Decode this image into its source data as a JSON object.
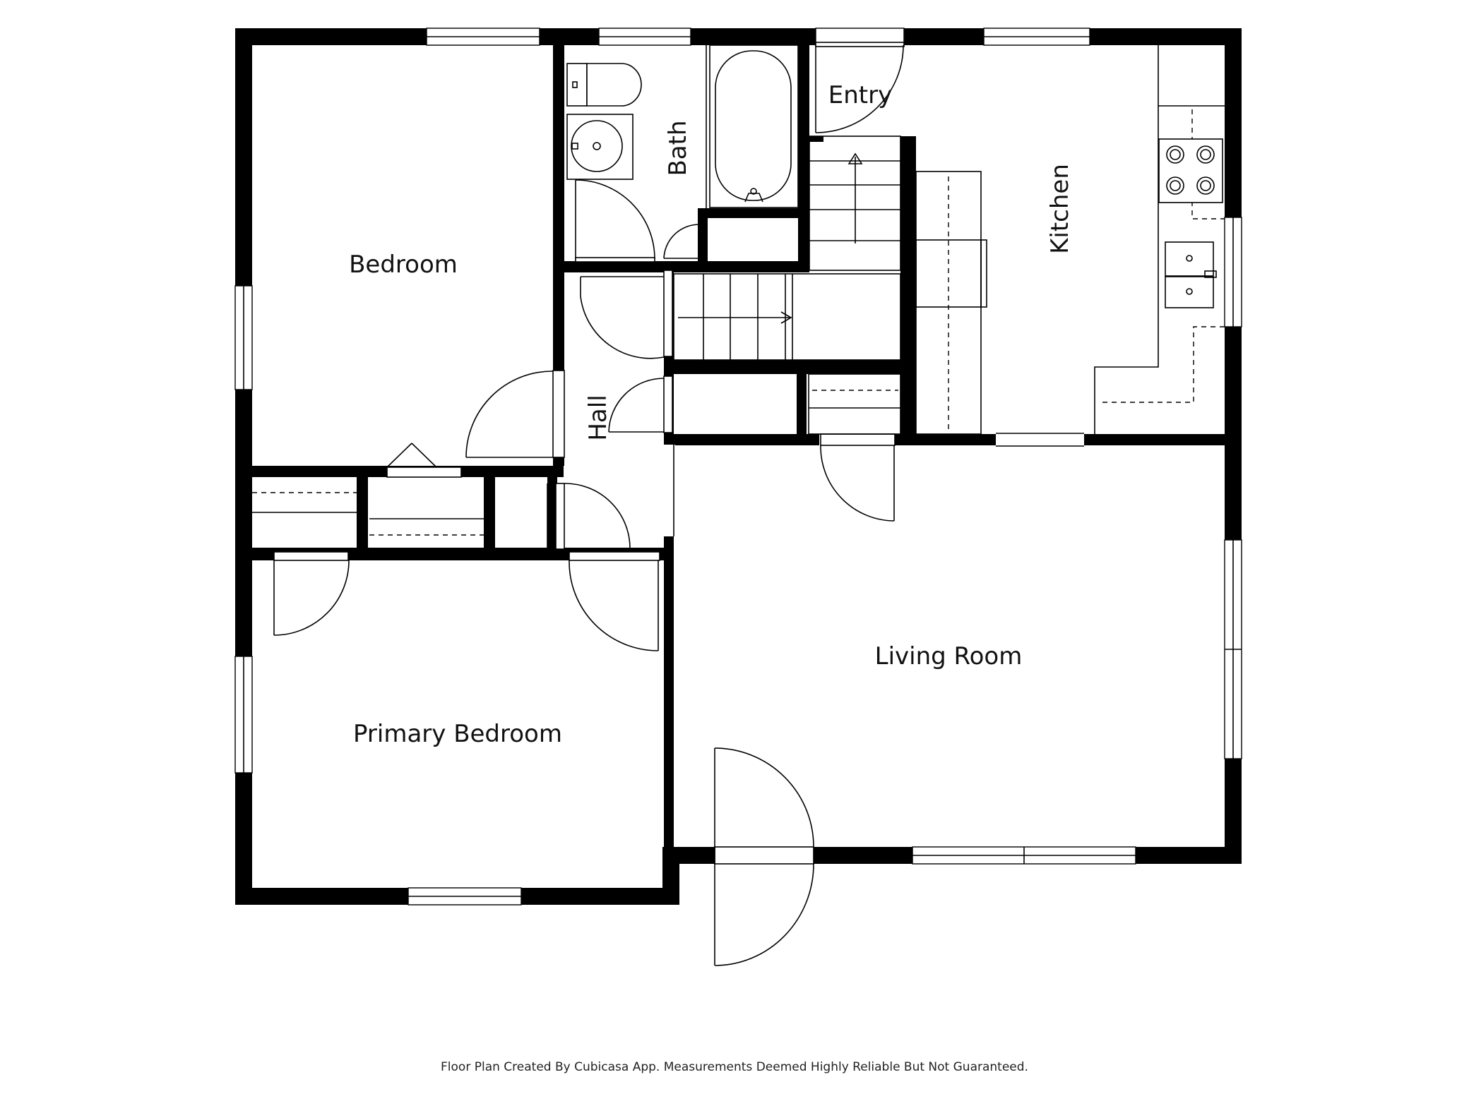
{
  "rooms": {
    "bedroom": "Bedroom",
    "bath": "Bath",
    "entry": "Entry",
    "kitchen": "Kitchen",
    "hall": "Hall",
    "primary_bedroom": "Primary Bedroom",
    "living_room": "Living Room"
  },
  "footer": "Floor Plan Created By Cubicasa App. Measurements Deemed Highly Reliable But Not Guaranteed.",
  "colors": {
    "wall": "#000000",
    "background": "#ffffff"
  }
}
